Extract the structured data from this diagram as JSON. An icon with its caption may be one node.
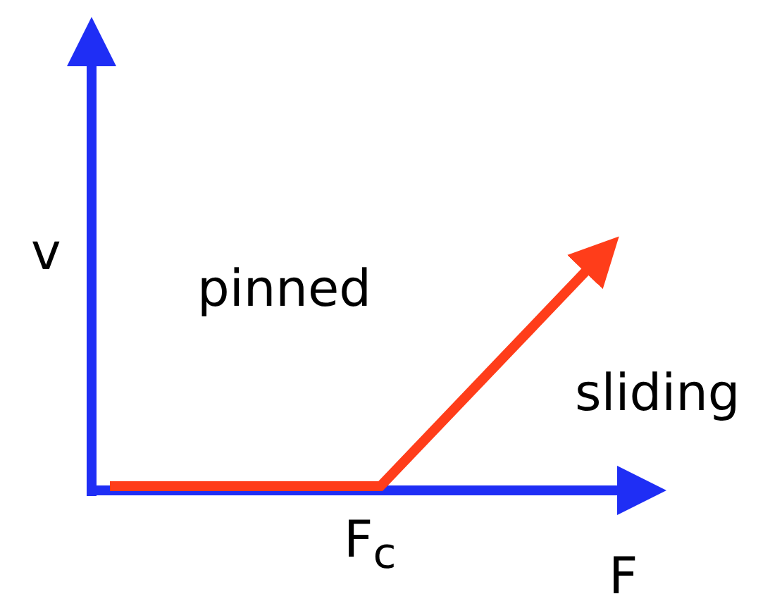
{
  "diagram": {
    "labels": [
      "v",
      "pinned",
      "sliding",
      "F$_{c}$",
      "F"
    ]
  }
}
